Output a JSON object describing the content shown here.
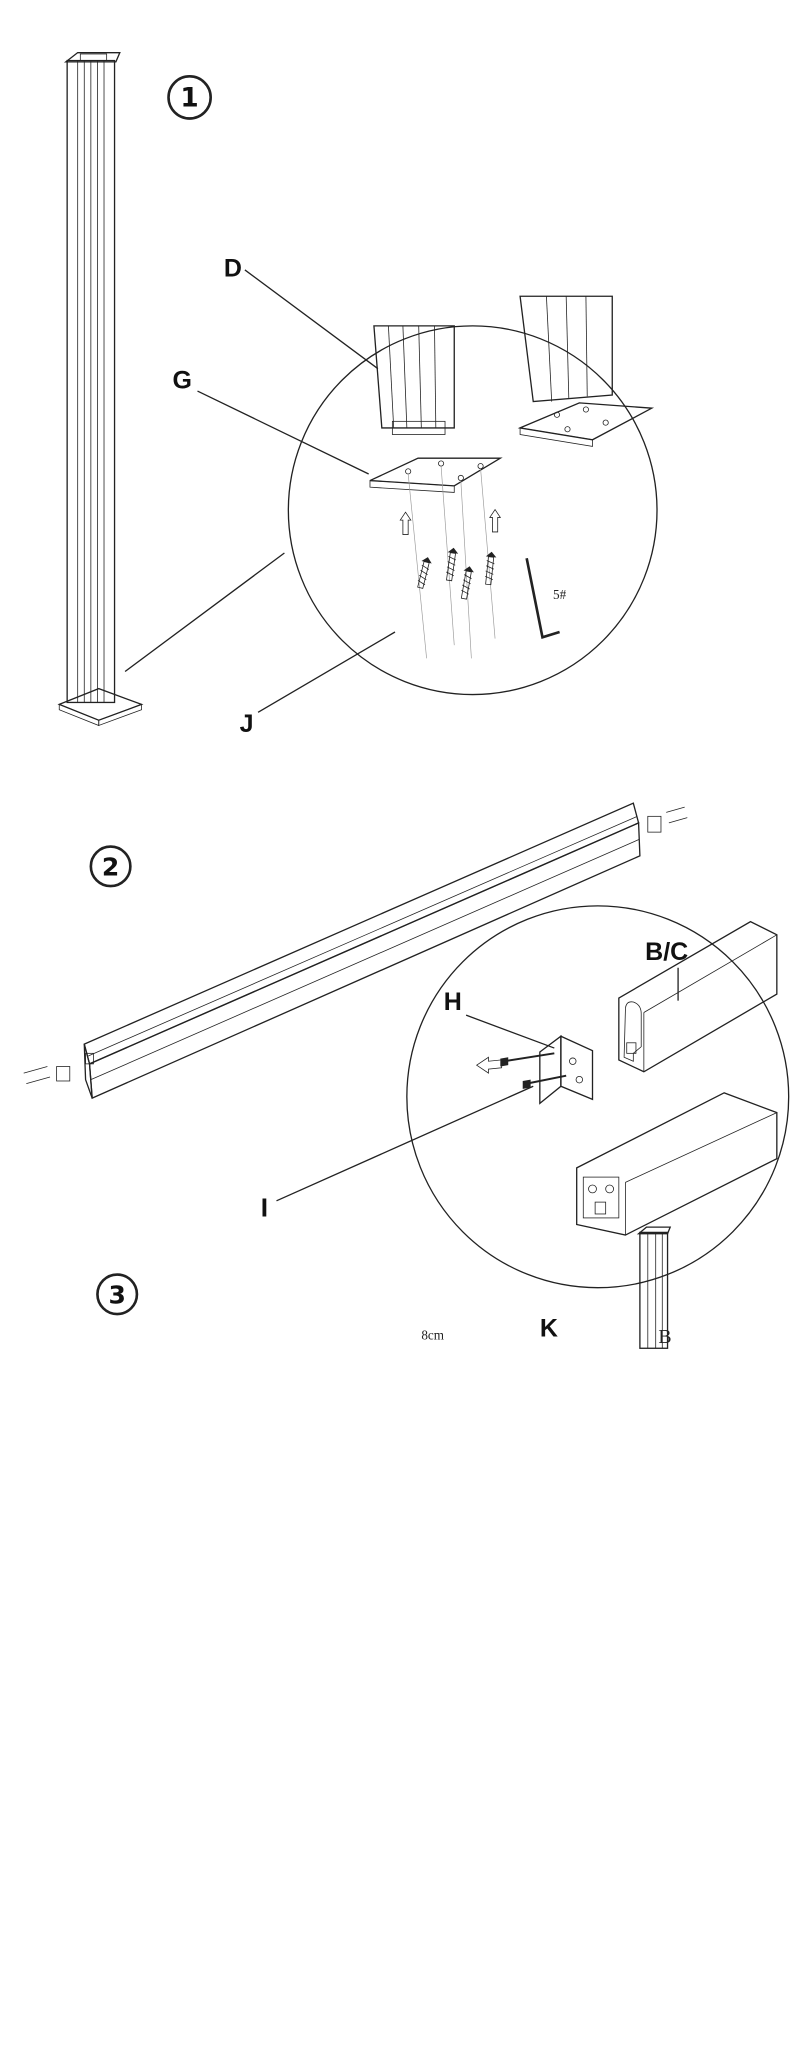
{
  "steps": [
    {
      "number": "1",
      "labels": {
        "post": "D",
        "base_plate": "G",
        "screws": "J",
        "hex_key": "5#"
      }
    },
    {
      "number": "2",
      "labels": {
        "rail": "B/C",
        "bracket": "H",
        "bolts": "I"
      }
    },
    {
      "number": "3",
      "labels": {
        "anchor_bolts": "K",
        "depth": "8cm",
        "bottom_rail": "B"
      }
    }
  ]
}
